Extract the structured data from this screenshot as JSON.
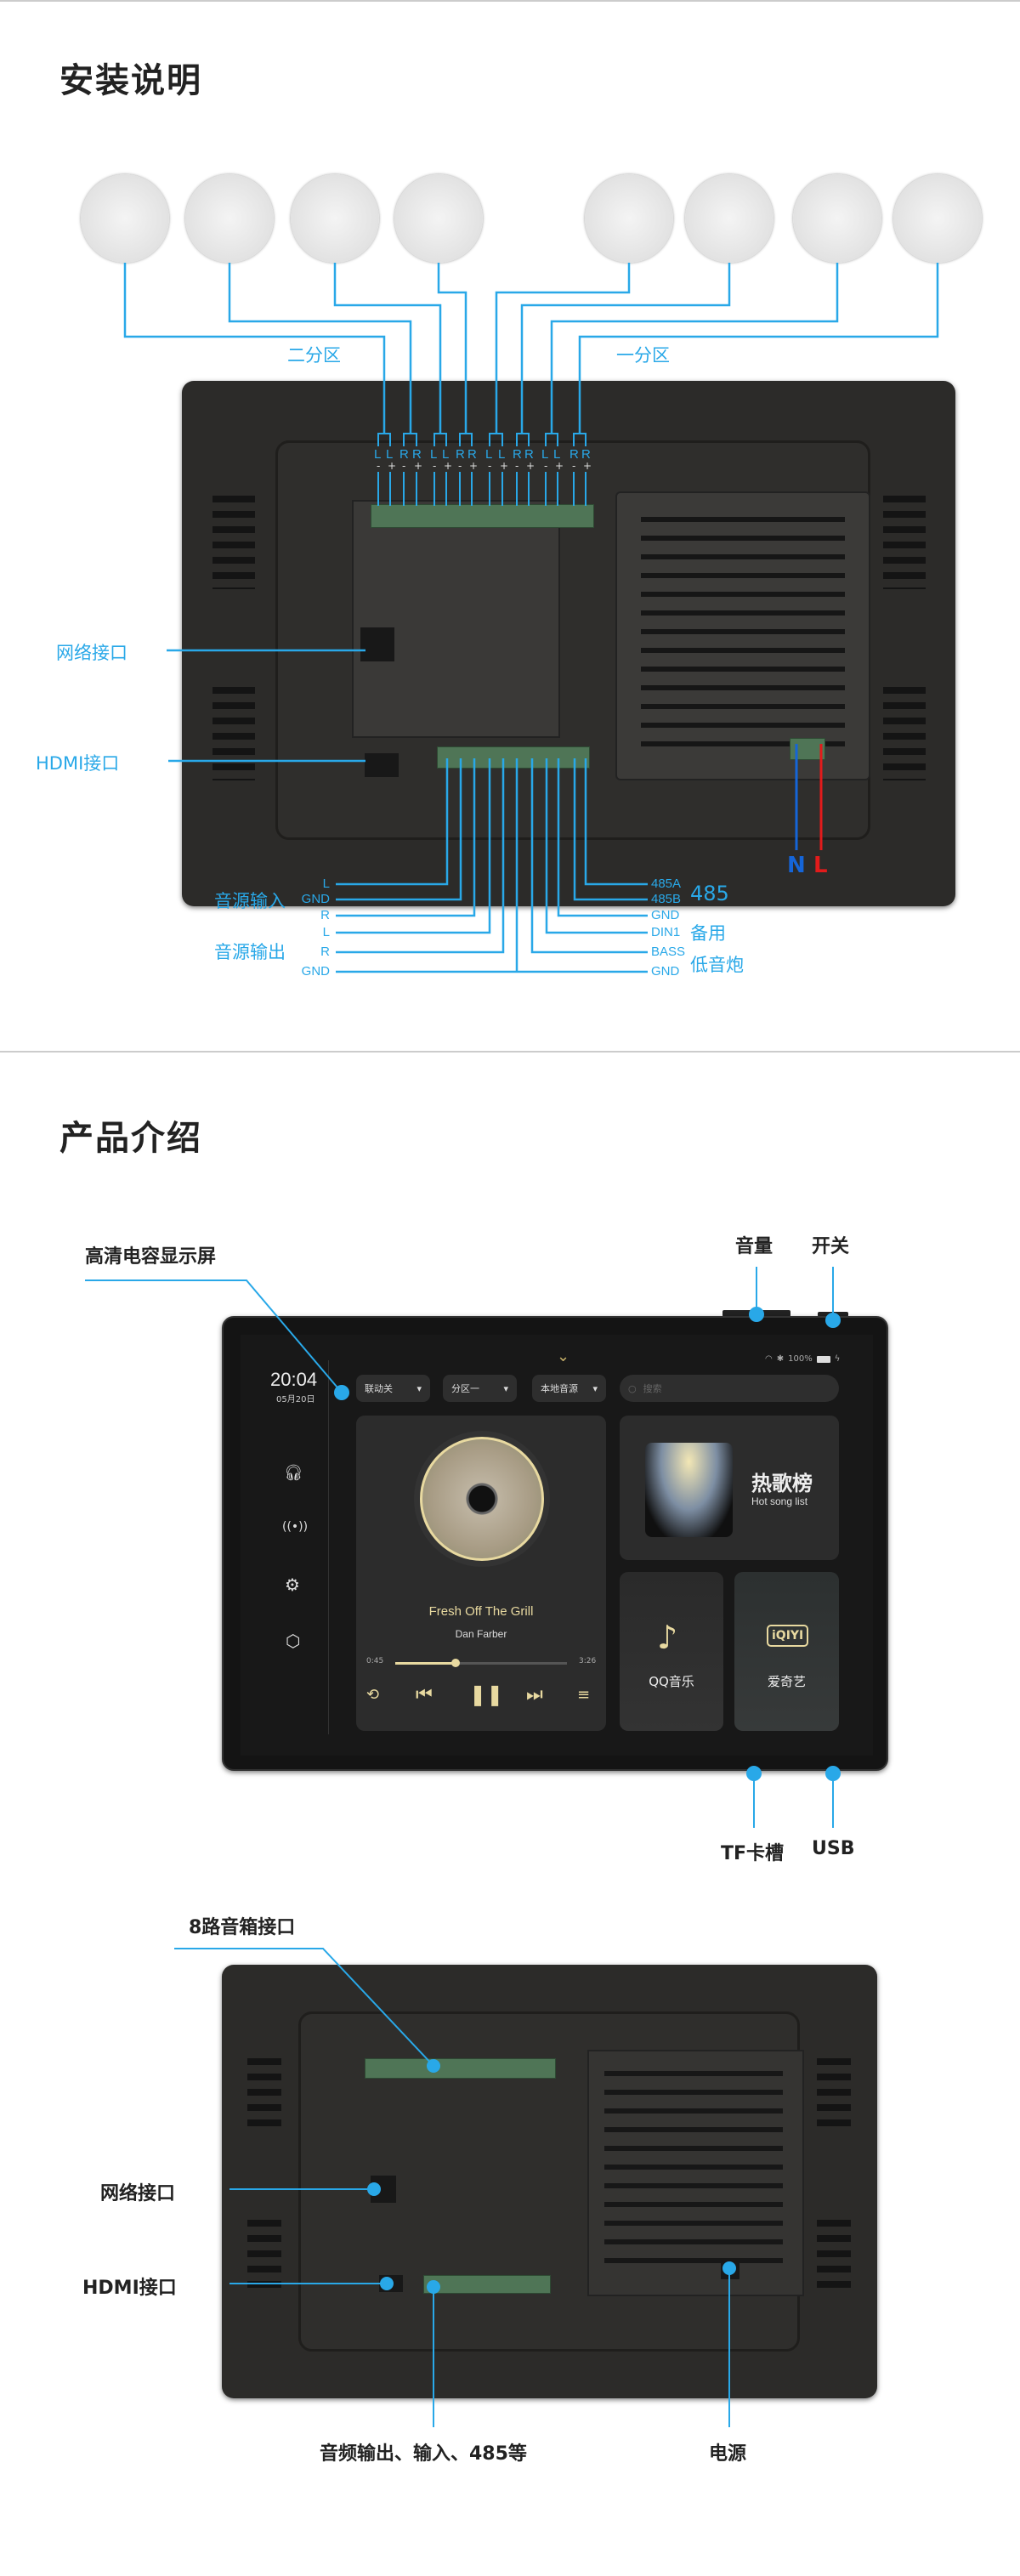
{
  "install": {
    "title": "安装说明",
    "zone2": "二分区",
    "zone1": "一分区",
    "terminal_labels": [
      "L",
      "L",
      "R",
      "R",
      "L",
      "L",
      "R",
      "R",
      "L",
      "L",
      "R",
      "R",
      "L",
      "L",
      "R",
      "R"
    ],
    "terminal_polarity": [
      "-",
      "+",
      "-",
      "+",
      "-",
      "+",
      "-",
      "+",
      "-",
      "+",
      "-",
      "+",
      "-",
      "+",
      "-",
      "+"
    ],
    "network_port": "网络接口",
    "hdmi_port": "HDMI接口",
    "left_pins": [
      "L",
      "GND",
      "R",
      "L",
      "R",
      "GND"
    ],
    "right_pins": [
      "485A",
      "485B",
      "GND",
      "DIN1",
      "BASS",
      "GND"
    ],
    "audio_in": "音源输入",
    "audio_out": "音源输出",
    "rs485": "485",
    "spare": "备用",
    "subwoofer": "低音炮",
    "power_n": "N",
    "power_l": "L",
    "colors": {
      "wire": "#29a8e8",
      "neutral": "#1565d8",
      "live": "#e21b1b"
    }
  },
  "product": {
    "title": "产品介绍",
    "display_label": "高清电容显示屏",
    "volume_label": "音量",
    "power_label": "开关",
    "tf_label": "TF卡槽",
    "usb_label": "USB",
    "speaker_port_label": "8路音箱接口",
    "network_port": "网络接口",
    "hdmi_port": "HDMI接口",
    "audio_io_label": "音频输出、输入、485等",
    "power_source_label": "电源"
  },
  "screen": {
    "time": "20:04",
    "date": "05月20日",
    "battery": "100%",
    "dropdowns": [
      "联动关",
      "分区一",
      "本地音源"
    ],
    "search_placeholder": "搜索",
    "song_title": "Fresh Off The Grill",
    "artist": "Dan Farber",
    "elapsed": "0:45",
    "duration": "3:26",
    "progress": 0.35,
    "hot_title": "热歌榜",
    "hot_subtitle": "Hot song list",
    "qq": "QQ音乐",
    "iqiyi": "爱奇艺",
    "iqiyi_logo": "iQIYI"
  }
}
